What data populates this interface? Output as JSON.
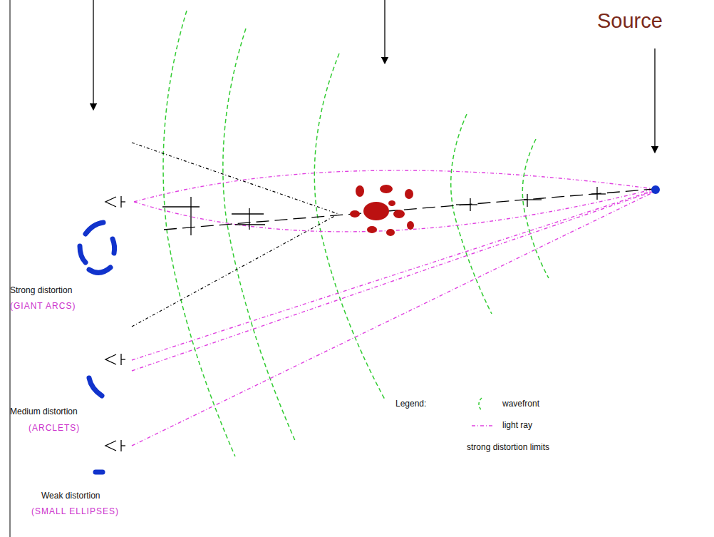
{
  "diagram": {
    "labels": [
      "Source",
      "Strong distortion",
      "(GIANT ARCS)",
      "Medium distortion",
      "(ARCLETS)",
      "Weak distortion",
      "(SMALL ELLIPSES)",
      "Legend:"
    ],
    "legend": [
      {
        "text": "wavefront"
      },
      {
        "text": "light ray"
      },
      {
        "text": "strong distortion limits"
      }
    ]
  }
}
